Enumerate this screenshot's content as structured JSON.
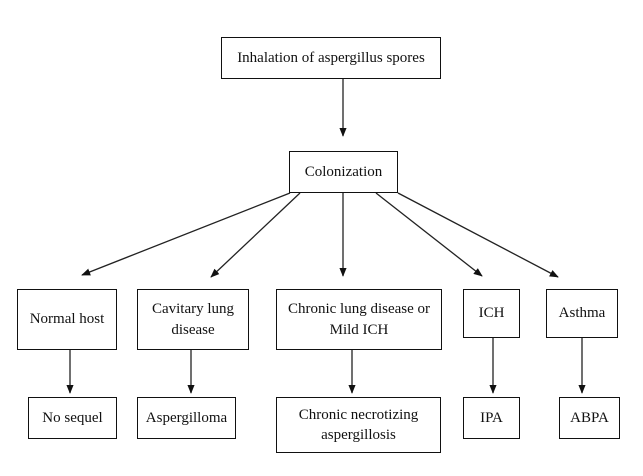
{
  "diagram": {
    "root": "Inhalation of aspergillus spores",
    "middle": "Colonization",
    "branches": [
      {
        "host": "Normal host",
        "outcome": "No sequel"
      },
      {
        "host": "Cavitary lung disease",
        "outcome": "Aspergilloma"
      },
      {
        "host": "Chronic lung disease or Mild ICH",
        "outcome": "Chronic necrotizing aspergillosis"
      },
      {
        "host": "ICH",
        "outcome": "IPA"
      },
      {
        "host": "Asthma",
        "outcome": "ABPA"
      }
    ]
  }
}
